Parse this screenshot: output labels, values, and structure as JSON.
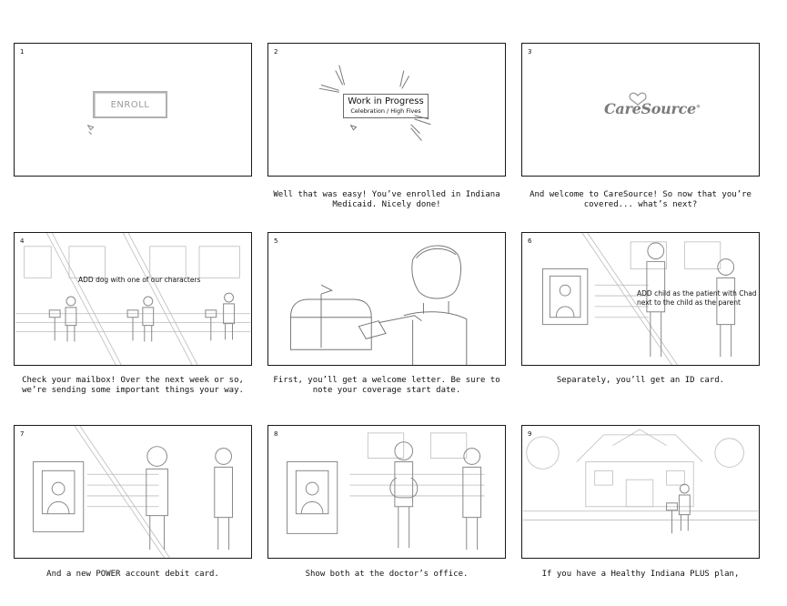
{
  "panels": [
    {
      "number": "1",
      "caption": "",
      "enroll_label": "ENROLL"
    },
    {
      "number": "2",
      "caption": "Well that was easy! You’ve enrolled in Indiana\nMedicaid. Nicely done!",
      "wip_title": "Work in Progress",
      "wip_subtitle": "Celebration / High Fives"
    },
    {
      "number": "3",
      "caption": "And welcome to CareSource! So now that you’re\ncovered... what’s next?",
      "logo_text": "CareSource"
    },
    {
      "number": "4",
      "caption": "Check your mailbox! Over the next week or so,\nwe’re sending some important things your way.",
      "note": "ADD dog with one of our characters"
    },
    {
      "number": "5",
      "caption": "First, you’ll get a welcome letter. Be sure to\nnote your coverage start date."
    },
    {
      "number": "6",
      "caption": "Separately, you’ll get an ID card.",
      "note": "ADD child as the patient with Chad\nnext to the child as the parent"
    },
    {
      "number": "7",
      "caption": "And a new POWER account debit card."
    },
    {
      "number": "8",
      "caption": "Show both at the doctor’s office."
    },
    {
      "number": "9",
      "caption": "If you have a Healthy Indiana PLUS plan,"
    }
  ]
}
